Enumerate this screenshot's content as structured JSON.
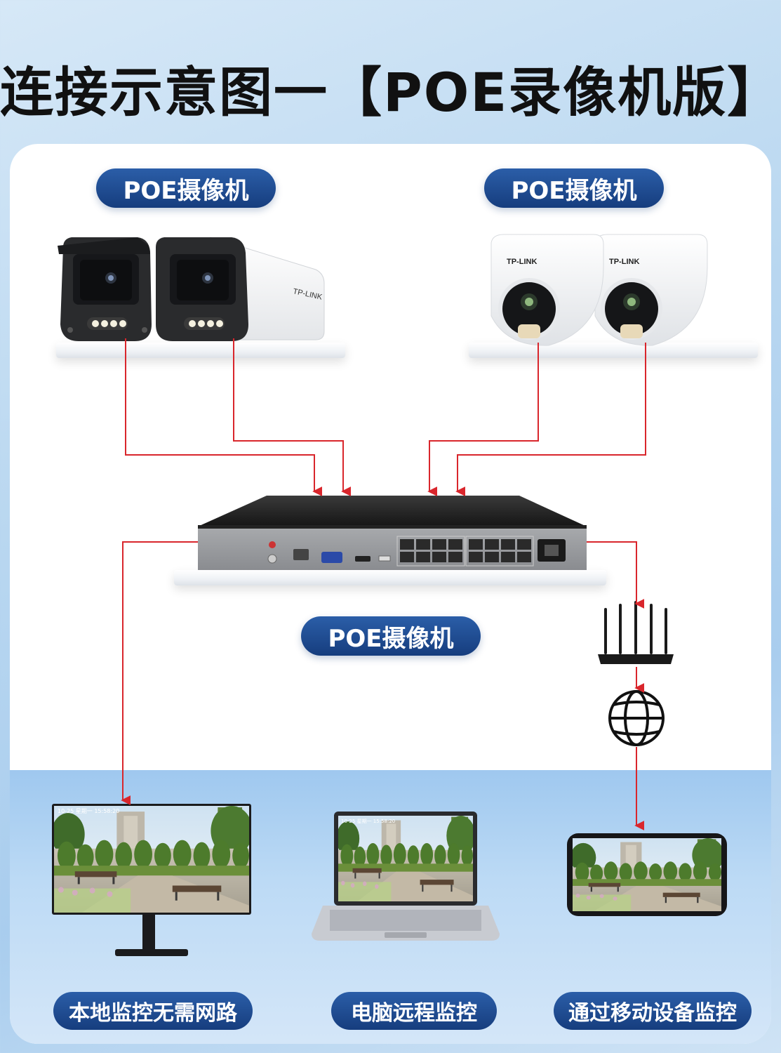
{
  "title": "连接示意图一【POE录像机版】",
  "camera_labels": {
    "left": "POE摄像机",
    "right": "POE摄像机",
    "center": "POE摄像机"
  },
  "brand_text": "TP-LINK",
  "screen_timestamp": "10-25 星期一 15:58:20",
  "bottom_labels": {
    "monitor": "本地监控无需网路",
    "laptop": "电脑远程监控",
    "phone": "通过移动设备监控"
  },
  "colors": {
    "accent_pill": "#1e4a8e",
    "connection_line": "#d9262c",
    "background": "#b9d7f0"
  },
  "icons": [
    "bullet-camera-icon",
    "dome-camera-icon",
    "nvr-icon",
    "router-icon",
    "globe-icon",
    "monitor-icon",
    "laptop-icon",
    "phone-icon"
  ]
}
